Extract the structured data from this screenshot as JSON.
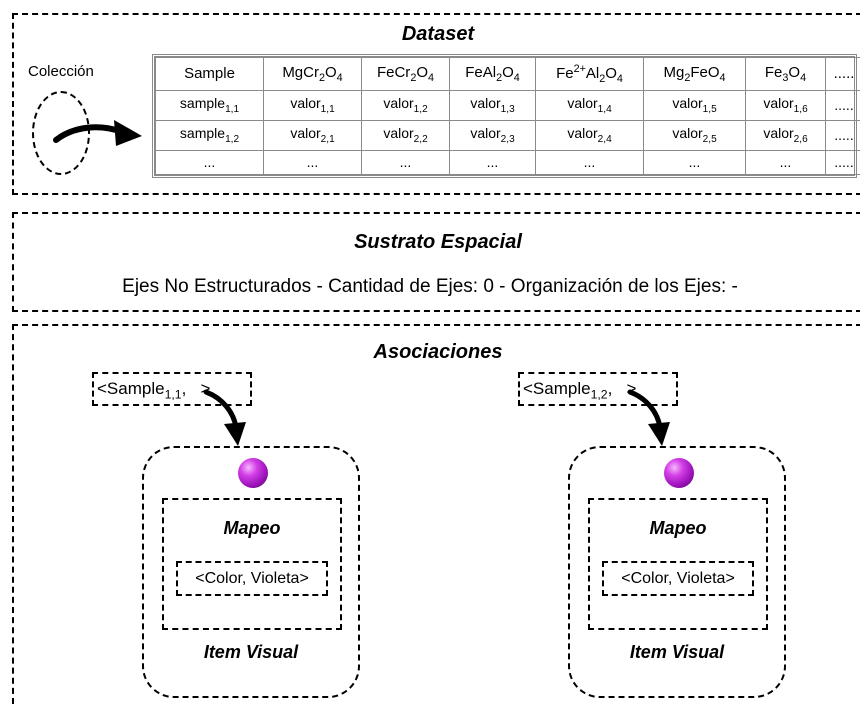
{
  "dataset": {
    "title": "Dataset",
    "collection_label": "Colección",
    "header": {
      "sample": "Sample",
      "c1": {
        "a": "MgCr",
        "s1": "2",
        "b": "O",
        "s2": "4"
      },
      "c2": {
        "a": "FeCr",
        "s1": "2",
        "b": "O",
        "s2": "4"
      },
      "c3": {
        "a": "FeAl",
        "s1": "2",
        "b": "O",
        "s2": "4"
      },
      "c4": {
        "a": "Fe",
        "sup": "2+",
        "b": "Al",
        "s1": "2",
        "c": "O",
        "s2": "4"
      },
      "c5": {
        "a": "Mg",
        "s1": "2",
        "b": "FeO",
        "s2": "4"
      },
      "c6": {
        "a": "Fe",
        "s1": "3",
        "b": "O",
        "s2": "4"
      },
      "more": "....."
    },
    "row1": {
      "sample": "sample",
      "sample_sub": "1,1",
      "val": "valor",
      "subs": [
        "1,1",
        "1,2",
        "1,3",
        "1,4",
        "1,5",
        "1,6"
      ],
      "more": "....."
    },
    "row2": {
      "sample": "sample",
      "sample_sub": "1,2",
      "val": "valor",
      "subs": [
        "2,1",
        "2,2",
        "2,3",
        "2,4",
        "2,5",
        "2,6"
      ],
      "more": "....."
    },
    "row3": {
      "cells": [
        "...",
        "...",
        "...",
        "...",
        "...",
        "...",
        "...",
        "....."
      ]
    }
  },
  "sustrato": {
    "title": "Sustrato Espacial",
    "text": "Ejes No Estructurados - Cantidad de Ejes: 0 - Organización de los Ejes: -"
  },
  "asociaciones": {
    "title": "Asociaciones",
    "items": [
      {
        "tuple_open": "<Sample",
        "tuple_sub": "1,1",
        "tuple_close": ",   >",
        "mapeo_title": "Mapeo",
        "color_tuple": "<Color, Violeta>",
        "item_title": "Item Visual"
      },
      {
        "tuple_open": "<Sample",
        "tuple_sub": "1,2",
        "tuple_close": ",   >",
        "mapeo_title": "Mapeo",
        "color_tuple": "<Color, Violeta>",
        "item_title": "Item Visual"
      }
    ],
    "sphere_color": "#c020d8"
  }
}
